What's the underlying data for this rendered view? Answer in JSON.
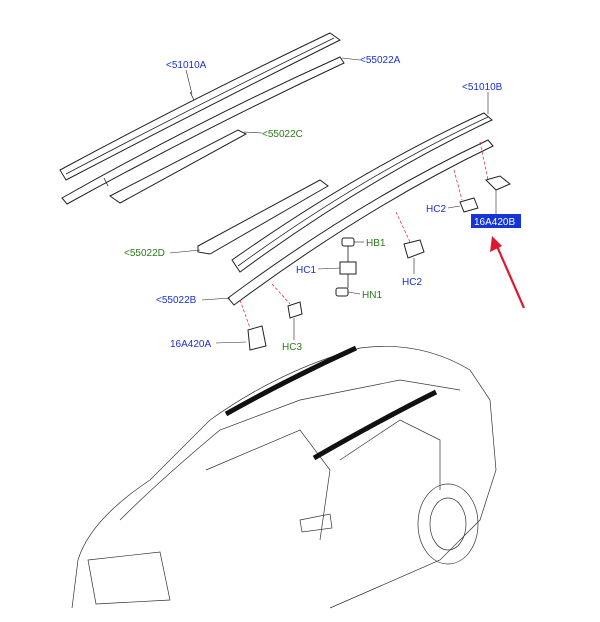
{
  "callouts": {
    "c51010A": "<51010A",
    "c55022A": "<55022A",
    "c51010B": "<51010B",
    "c55022C": "<55022C",
    "c55022D": "<55022D",
    "c55022B": "<55022B",
    "c16A420A": "16A420A",
    "c16A420B": "16A420B",
    "cHB1": "HB1",
    "cHC1": "HC1",
    "cHN1": "HN1",
    "cHC2a": "HC2",
    "cHC2b": "HC2",
    "cHC3": "HC3"
  },
  "colors": {
    "callout_blue": "#1a2fd6",
    "callout_green": "#2a7a1a",
    "highlight_box": "#1535d8",
    "pointer_arrow": "#e0182d"
  }
}
